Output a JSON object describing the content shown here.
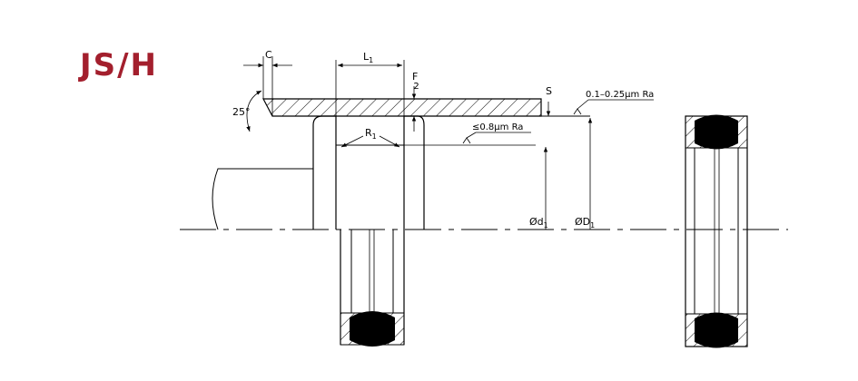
{
  "title": "JS/H",
  "colors": {
    "title": "#a31f2d",
    "line": "#000000",
    "background": "#ffffff"
  },
  "labels": {
    "c": "C",
    "l1": "L",
    "l1_sub": "1",
    "f": "F",
    "f_sub": "2",
    "angle": "25°",
    "s": "S",
    "roughness_outer": "0.1–0.25μm Ra",
    "roughness_inner": "≤0.8μm Ra",
    "r1": "R",
    "r1_sub": "1",
    "d1": "Ød",
    "d1_sub": "1",
    "D1": "ØD",
    "D1_sub": "1"
  }
}
